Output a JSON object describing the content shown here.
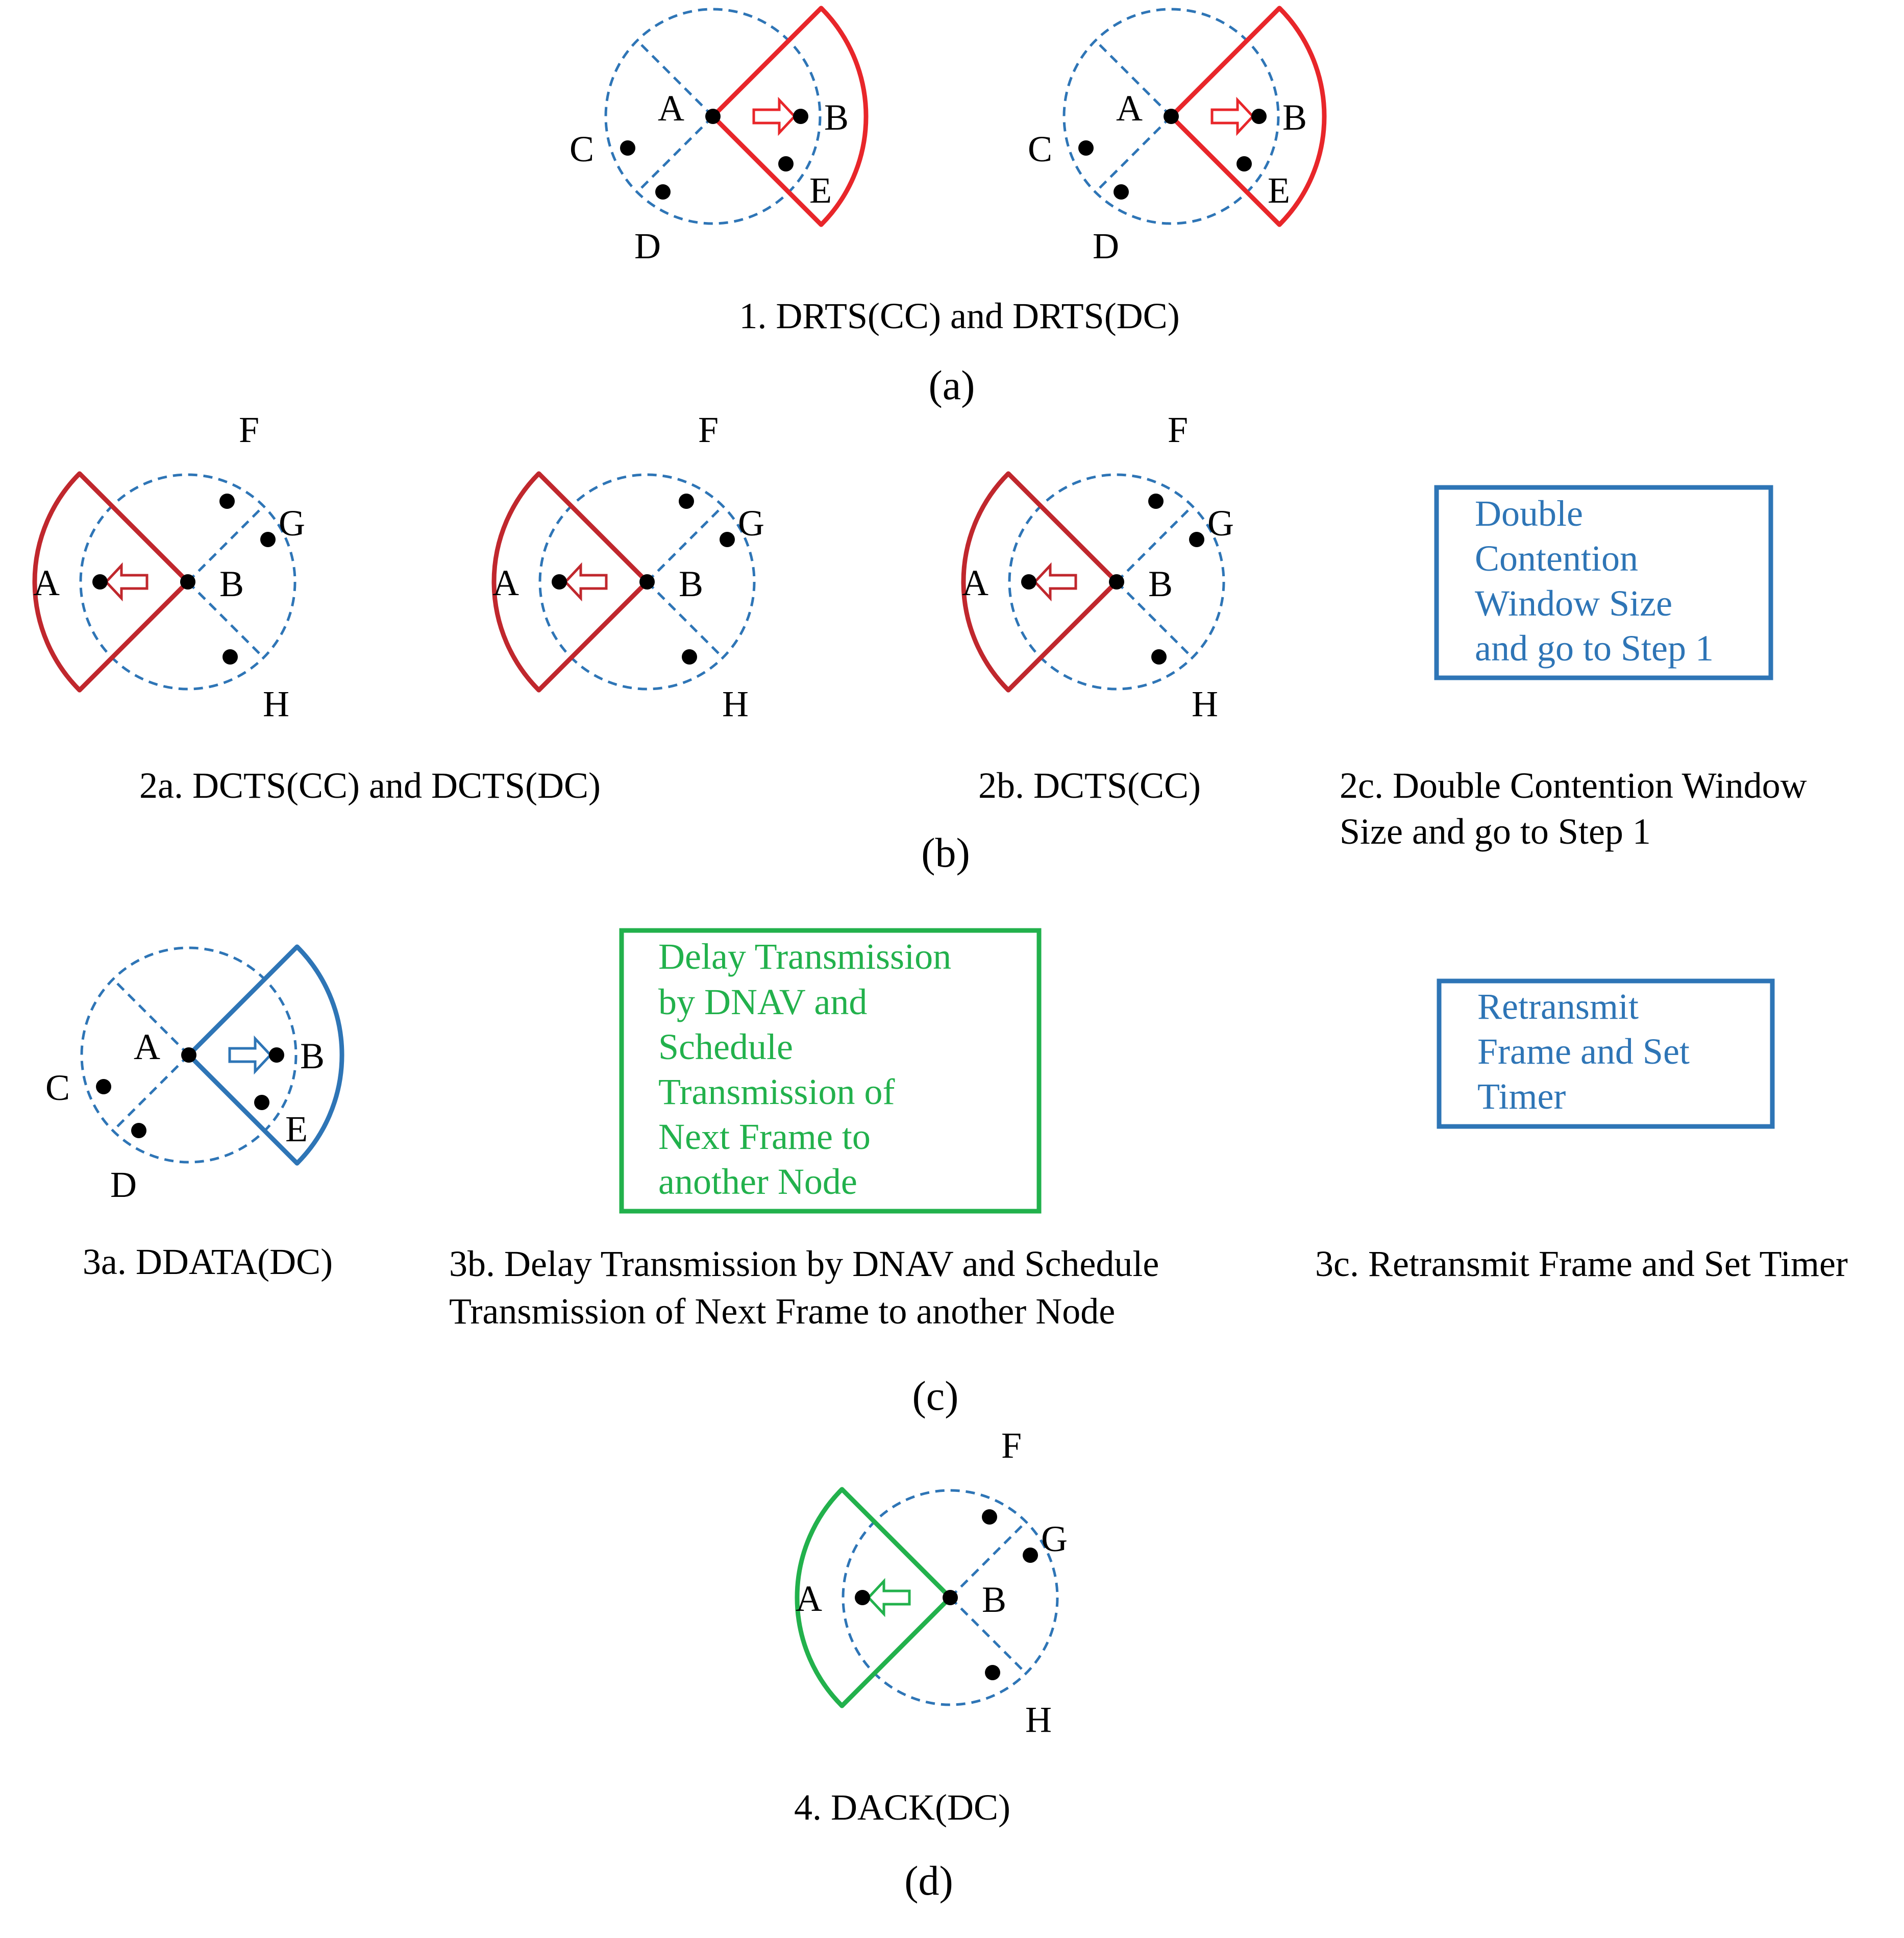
{
  "colors": {
    "red": "#e8262a",
    "darkred": "#c0272d",
    "blue": "#2e75b6",
    "green": "#22b14c",
    "circle": "#2e75b6",
    "node": "#000000"
  },
  "sections": {
    "a": "(a)",
    "b": "(b)",
    "c": "(c)",
    "d": "(d)"
  },
  "captions": {
    "step1": "1. DRTS(CC) and DRTS(DC)",
    "step2a": "2a. DCTS(CC) and DCTS(DC)",
    "step2b": "2b. DCTS(CC)",
    "step2c": [
      "2c. Double Contention Window",
      "Size and go to Step 1"
    ],
    "step3a": "3a. DDATA(DC)",
    "step3b": [
      "3b. Delay Transmission by DNAV and Schedule",
      "Transmission of Next Frame to another Node"
    ],
    "step3c": "3c. Retransmit Frame and Set Timer",
    "step4": "4. DACK(DC)"
  },
  "boxes": {
    "double_cw": [
      "Double",
      "Contention",
      "Window Size",
      "and go to Step 1"
    ],
    "delay": [
      "Delay Transmission",
      "by DNAV and",
      "Schedule",
      "Transmission of",
      "Next Frame to",
      "another Node"
    ],
    "retransmit": [
      "Retransmit",
      "Frame  and  Set",
      "Timer"
    ]
  },
  "nodes": {
    "A": "A",
    "B": "B",
    "C": "C",
    "D": "D",
    "E": "E",
    "F": "F",
    "G": "G",
    "H": "H"
  }
}
